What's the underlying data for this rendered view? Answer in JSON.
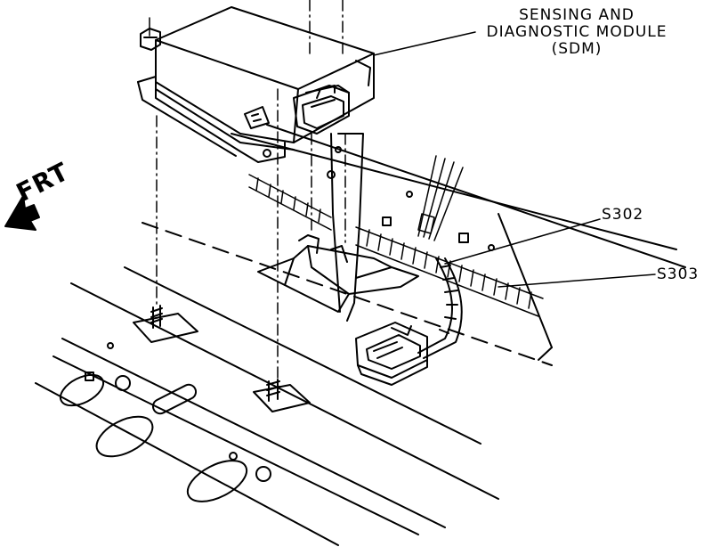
{
  "labels": {
    "sdm_line1": "SENSING AND",
    "sdm_line2": "DIAGNOSTIC MODULE",
    "sdm_line3": "(SDM)",
    "s302": "S302",
    "s303": "S303",
    "front": "FRT"
  },
  "colors": {
    "ink": "#000000",
    "paper": "#ffffff"
  }
}
